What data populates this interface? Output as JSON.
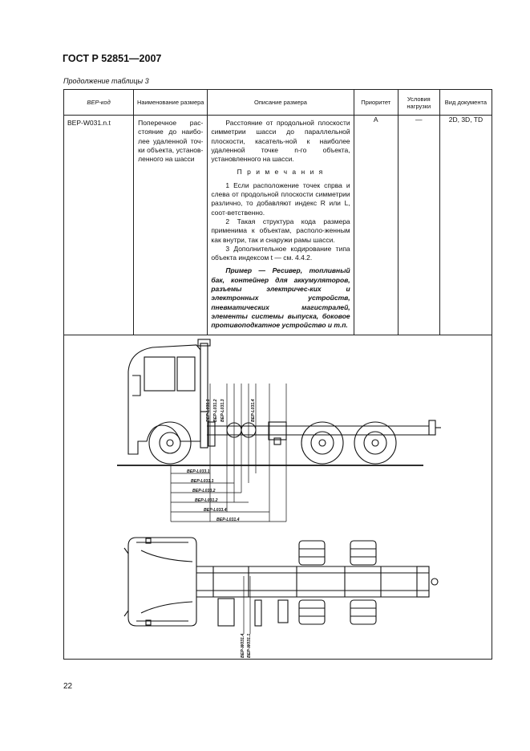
{
  "header": {
    "title": "ГОСТ Р 52851—2007"
  },
  "caption": "Продолжение таблицы 3",
  "table": {
    "columns": [
      "ВЕР-код",
      "Наименование размера",
      "Описание размера",
      "Приоритет",
      "Условия нагрузки",
      "Вид документа"
    ],
    "row": {
      "code": "ВЕР-W031.n.t",
      "name": "Поперечное рас-стояние до наибо-лее удаленной точ-ки объекта, установ-ленного на шасси",
      "description": "Расстояние от продольной плоскости симметрии шасси до параллельной плоскости, касатель-ной к наиболее удаленной точке n-го объекта, установленного на шасси.",
      "note_heading": "П р и м е ч а н и я",
      "note1": "1 Если расположение точек спрва и слева от продольной плоскости симметрии различно, то добавляют индекс R или L, соот-ветственно.",
      "note2": "2 Такая структура кода размера применима к объектам, располо-женным как внутри, так и снаружи рамы шасси.",
      "note3": "3 Дополнительное кодирование типа объекта индексом t — см. 4.4.2.",
      "example": "Пример — Ресивер, топливный бак, контейнер для аккумуляторов, разъемы электричес-ких и электронных устройств, пневматических магистралей, элементы системы выпуска, боковое противоподкатное устройство и т.п.",
      "priority": "А",
      "load": "—",
      "doc": "2D, 3D, TD"
    }
  },
  "figure": {
    "side_labels": [
      "ВЕР-L031.1",
      "ВЕР-L031.2",
      "ВЕР-L031.3",
      "ВЕР-L031.4"
    ],
    "dim_labels": [
      "ВЕР-L033.1",
      "ВЕР-L031.1",
      "ВЕР-L033.2",
      "ВЕР-L031.2",
      "ВЕР-L033.4",
      "ВЕР-L031.4"
    ],
    "top_labels": [
      "ВЕР-W031.4",
      "ВЕР-W031.1"
    ]
  },
  "page_number": "22"
}
